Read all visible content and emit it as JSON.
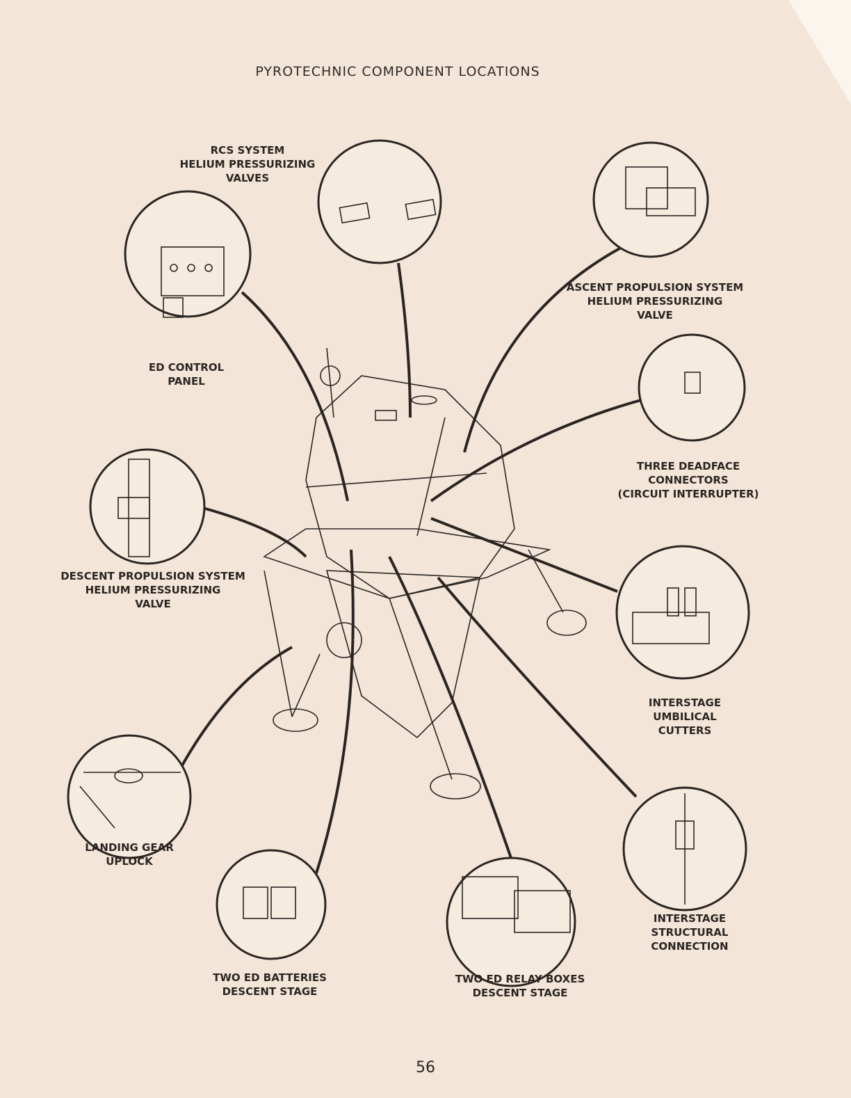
{
  "title": "PYROTECHNIC COMPONENT LOCATIONS",
  "callouts": [
    {
      "id": "rcs",
      "lines": [
        "RCS SYSTEM",
        "HELIUM PRESSURIZING",
        "VALVES"
      ]
    },
    {
      "id": "ascent",
      "lines": [
        "ASCENT PROPULSION SYSTEM",
        "HELIUM PRESSURIZING",
        "VALVE"
      ]
    },
    {
      "id": "ed-control",
      "lines": [
        "ED CONTROL",
        "PANEL"
      ]
    },
    {
      "id": "deadface",
      "lines": [
        "THREE DEADFACE",
        "CONNECTORS",
        "(CIRCUIT INTERRUPTER)"
      ]
    },
    {
      "id": "descent",
      "lines": [
        "DESCENT PROPULSION SYSTEM",
        "HELIUM PRESSURIZING",
        "VALVE"
      ]
    },
    {
      "id": "umbilical",
      "lines": [
        "INTERSTAGE",
        "UMBILICAL",
        "CUTTERS"
      ]
    },
    {
      "id": "uplock",
      "lines": [
        "LANDING GEAR",
        "UPLOCK"
      ]
    },
    {
      "id": "structural",
      "lines": [
        "INTERSTAGE",
        "STRUCTURAL",
        "CONNECTION"
      ]
    },
    {
      "id": "batteries",
      "lines": [
        "TWO ED BATTERIES",
        "DESCENT STAGE"
      ]
    },
    {
      "id": "relay",
      "lines": [
        "TWO ED RELAY BOXES",
        "DESCENT STAGE"
      ]
    }
  ],
  "page_number": "56",
  "colors": {
    "paper": "#f3e6d8",
    "ink": "#2a2522"
  }
}
